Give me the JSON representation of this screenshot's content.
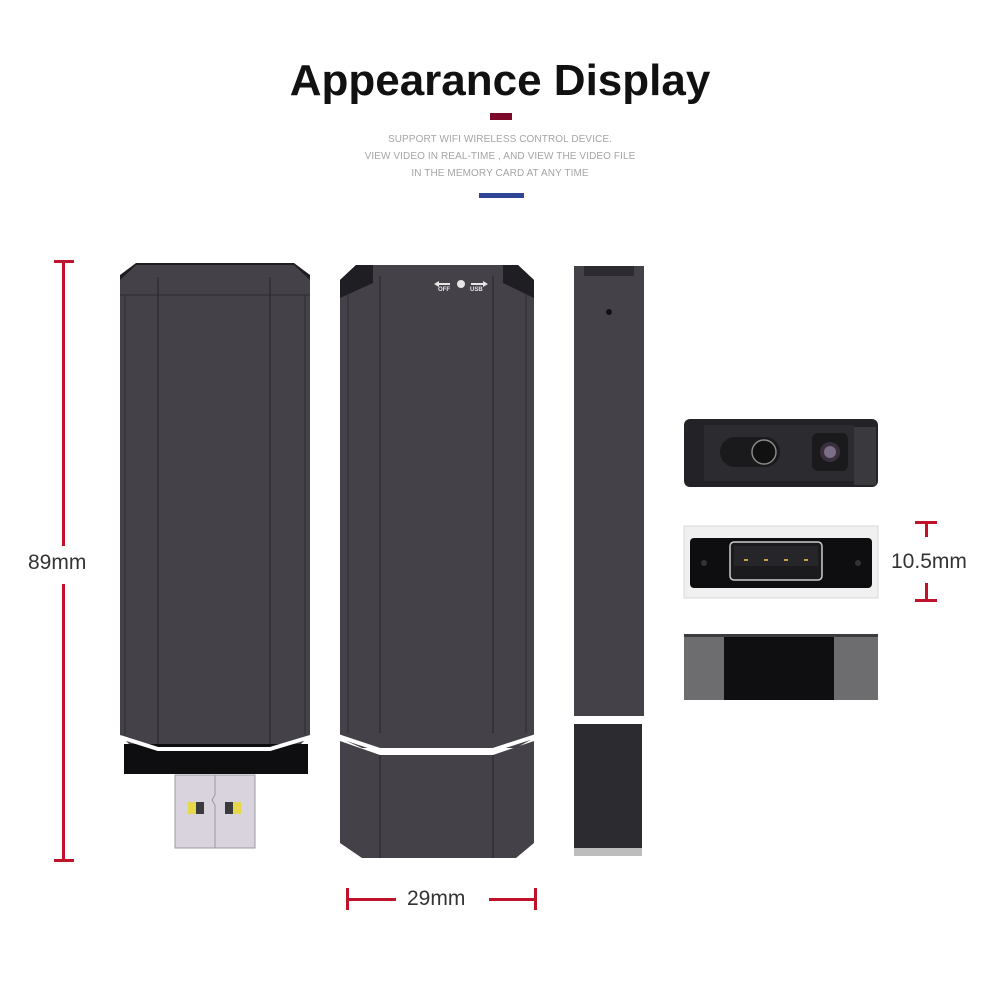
{
  "header": {
    "title": "Appearance Display",
    "subtitle_lines": [
      "SUPPORT WIFI WIRELESS CONTROL DEVICE.",
      "VIEW VIDEO IN REAL-TIME , AND VIEW THE VIDEO FILE",
      "IN THE MEMORY CARD AT ANY TIME"
    ],
    "accent_top_color": "#7d0a2a",
    "accent_bottom_color": "#2e4695"
  },
  "dimensions": {
    "height": "89mm",
    "width": "29mm",
    "thickness": "10.5mm",
    "line_color": "#c0132b"
  },
  "device": {
    "switch_labels": {
      "off": "OFF",
      "usb": "USB"
    },
    "body_color": "#424046",
    "views": [
      "front-with-usb-extended",
      "front-with-cap",
      "side",
      "top-end-camera",
      "bottom-end-usb-port",
      "end-cap"
    ]
  }
}
